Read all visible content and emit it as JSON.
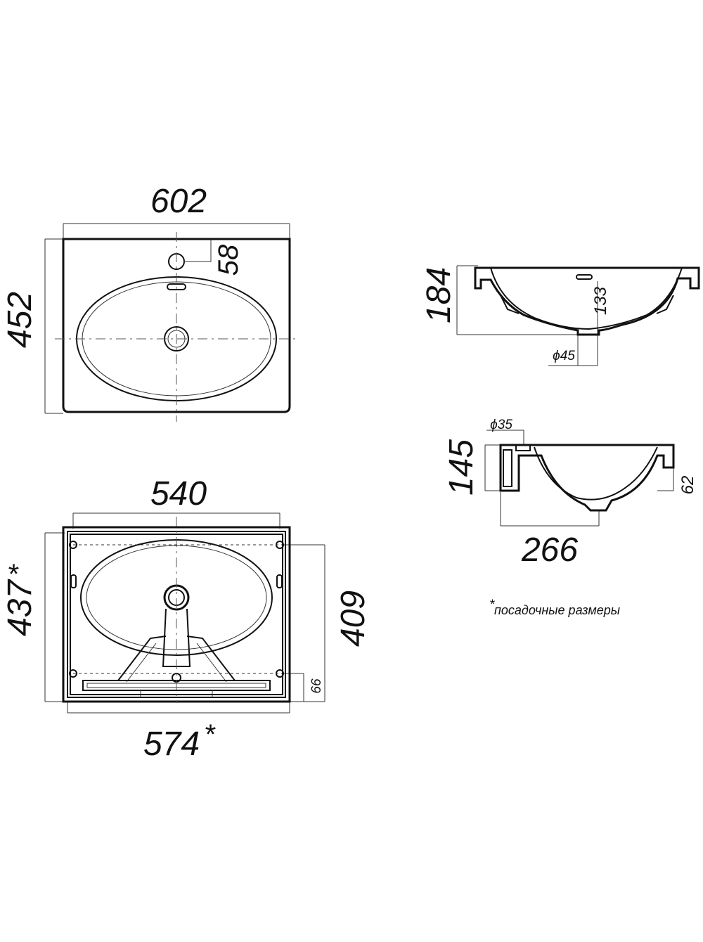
{
  "top_view": {
    "width": "602",
    "depth": "452",
    "tap_offset": "58"
  },
  "side_view_1": {
    "height": "184",
    "inner_depth": "133",
    "drain_diameter": "ϕ45"
  },
  "side_view_2": {
    "height": "145",
    "overflow_diameter": "ϕ35",
    "offset": "62",
    "width": "266"
  },
  "bottom_view": {
    "inner_width": "540",
    "depth": "437",
    "depth_star": "*",
    "mount_depth": "409",
    "bracket": "66",
    "mount_width": "574",
    "width_star": "*"
  },
  "note": {
    "star": "*",
    "text": "посадочные размеры"
  }
}
